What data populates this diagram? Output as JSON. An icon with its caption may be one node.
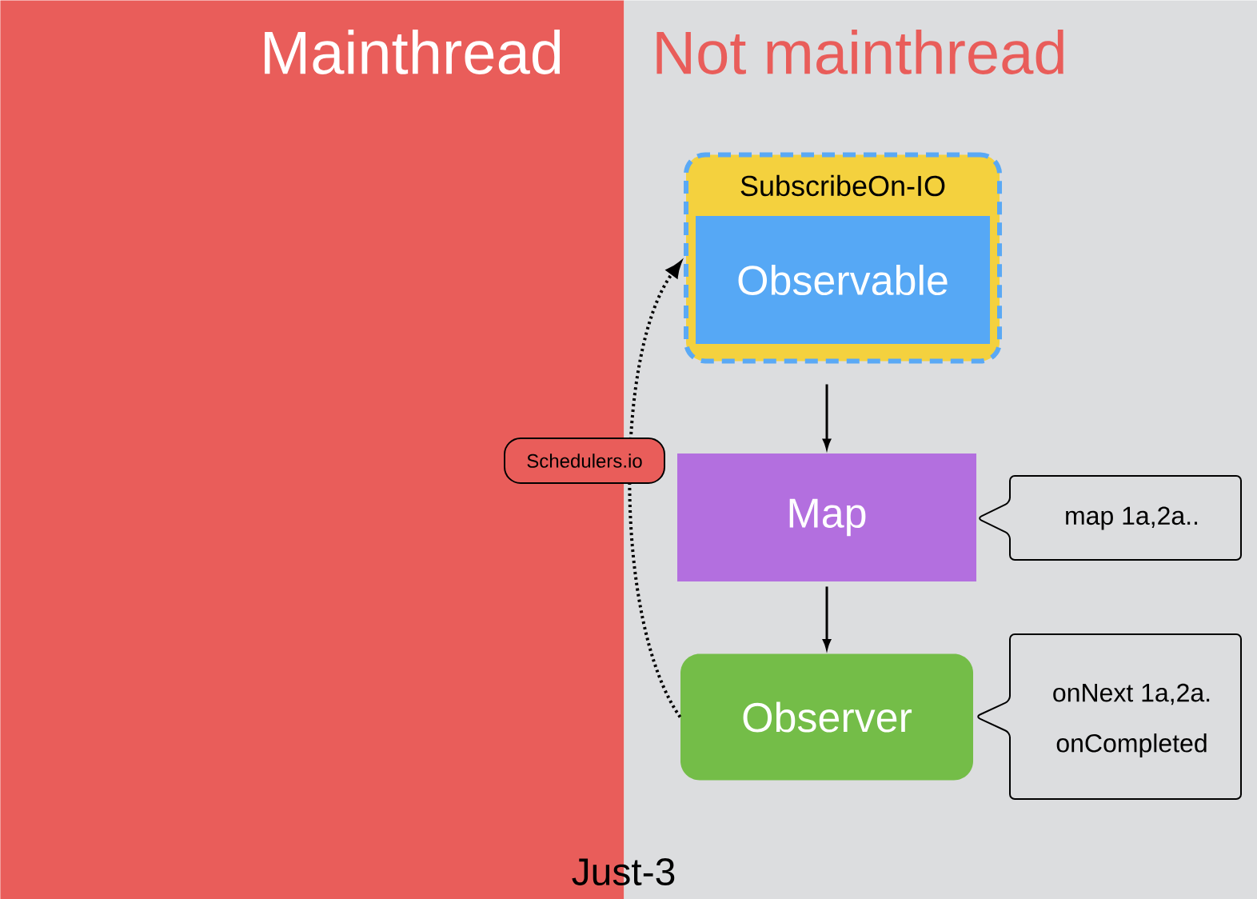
{
  "diagram": {
    "nodes": [
      {
        "text": [
          "Mainthread"
        ]
      },
      {
        "text": [
          "Not mainthread"
        ]
      },
      {
        "text": [
          "SubscribeOn-IO"
        ],
        "in": 1
      },
      {
        "text": [
          "Observable"
        ],
        "in": 2
      },
      {
        "text": [
          "Map"
        ],
        "in": 1
      },
      {
        "text": [
          "Observer"
        ],
        "in": 1
      },
      {
        "text": [
          "map  1a,2a.."
        ],
        "in": 1
      },
      {
        "text": [
          "onNext  1a,2a.",
          "onCompleted"
        ],
        "in": 1
      }
    ],
    "edges": [
      {
        "from": 2,
        "to": 4,
        "arrow": "to"
      },
      {
        "from": 4,
        "to": 5,
        "arrow": "to"
      },
      {
        "from": 5,
        "to": 2,
        "arrow": "to",
        "style": "dashed",
        "label": "Schedulers.io"
      }
    ],
    "labels": [
      "Just-3"
    ]
  }
}
